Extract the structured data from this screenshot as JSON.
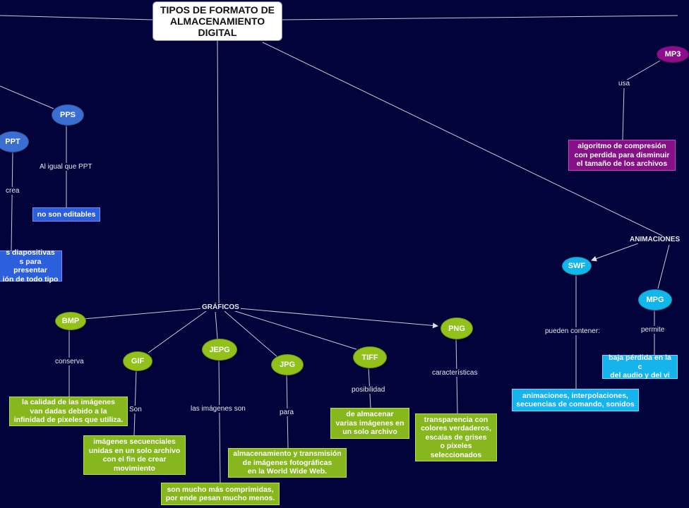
{
  "title": "TIPOS DE FORMATO DE ALMACENAMIENTO DIGITAL",
  "hubs": {
    "graficos": "GRÁFICOS",
    "animaciones": "ANIMACIONES"
  },
  "nodes": {
    "pps": "PPS",
    "ppt": "PPT",
    "mp3": "MP3",
    "bmp": "BMP",
    "gif": "GIF",
    "jepg": "JEPG",
    "jpg": "JPG",
    "tiff": "TIFF",
    "png": "PNG",
    "swf": "SWF",
    "mpg": "MPG"
  },
  "links": {
    "al_igual": "Al igual que PPT",
    "crea": "crea",
    "usa": "usa",
    "conserva": "conserva",
    "son": "Son",
    "las_imagenes_son": "las imágenes son",
    "para": "para",
    "posibilidad": "posibilidad",
    "caracteristicas": "características",
    "pueden_contener": "pueden contener:",
    "permite": "permite"
  },
  "boxes": {
    "no_editables": "no son editables",
    "diapositivas": "s diapositivas\ns para presentar\nión de todo tipo",
    "algoritmo": "algoritmo de compresión\ncon perdida para disminuir\nel tamaño de los archivos",
    "bmp_desc": "la calidad de las imágenes\nvan dadas debido a la\ninfinidad de pixeles que utiliza.",
    "gif_desc": "imágenes secuenciales\nunidas en un solo archivo\ncon el fin de crear\nmovimiento",
    "jepg_desc": "son mucho más comprimidas,\npor ende pesan mucho menos.",
    "jpg_desc": "almacenamiento y transmisión\nde imágenes fotográficas\nen la World Wide Web.",
    "tiff_desc": "de almacenar\nvarias imágenes en\nun  solo  archivo",
    "png_desc": "transparencia con\ncolores verdaderos,\nescalas de grises\no pixeles\nseleccionados",
    "swf_desc": "animaciones, interpolaciones,\nsecuencias de comando, sonidos",
    "mpg_desc": "baja pérdida en la c\ndel audio y del vi"
  },
  "colors": {
    "background": "#02033a",
    "green": "#92c11c",
    "blue": "#3a6fd1",
    "cyan": "#13b6ea",
    "purple": "#8c0e8c",
    "line": "#c8c8d8"
  }
}
